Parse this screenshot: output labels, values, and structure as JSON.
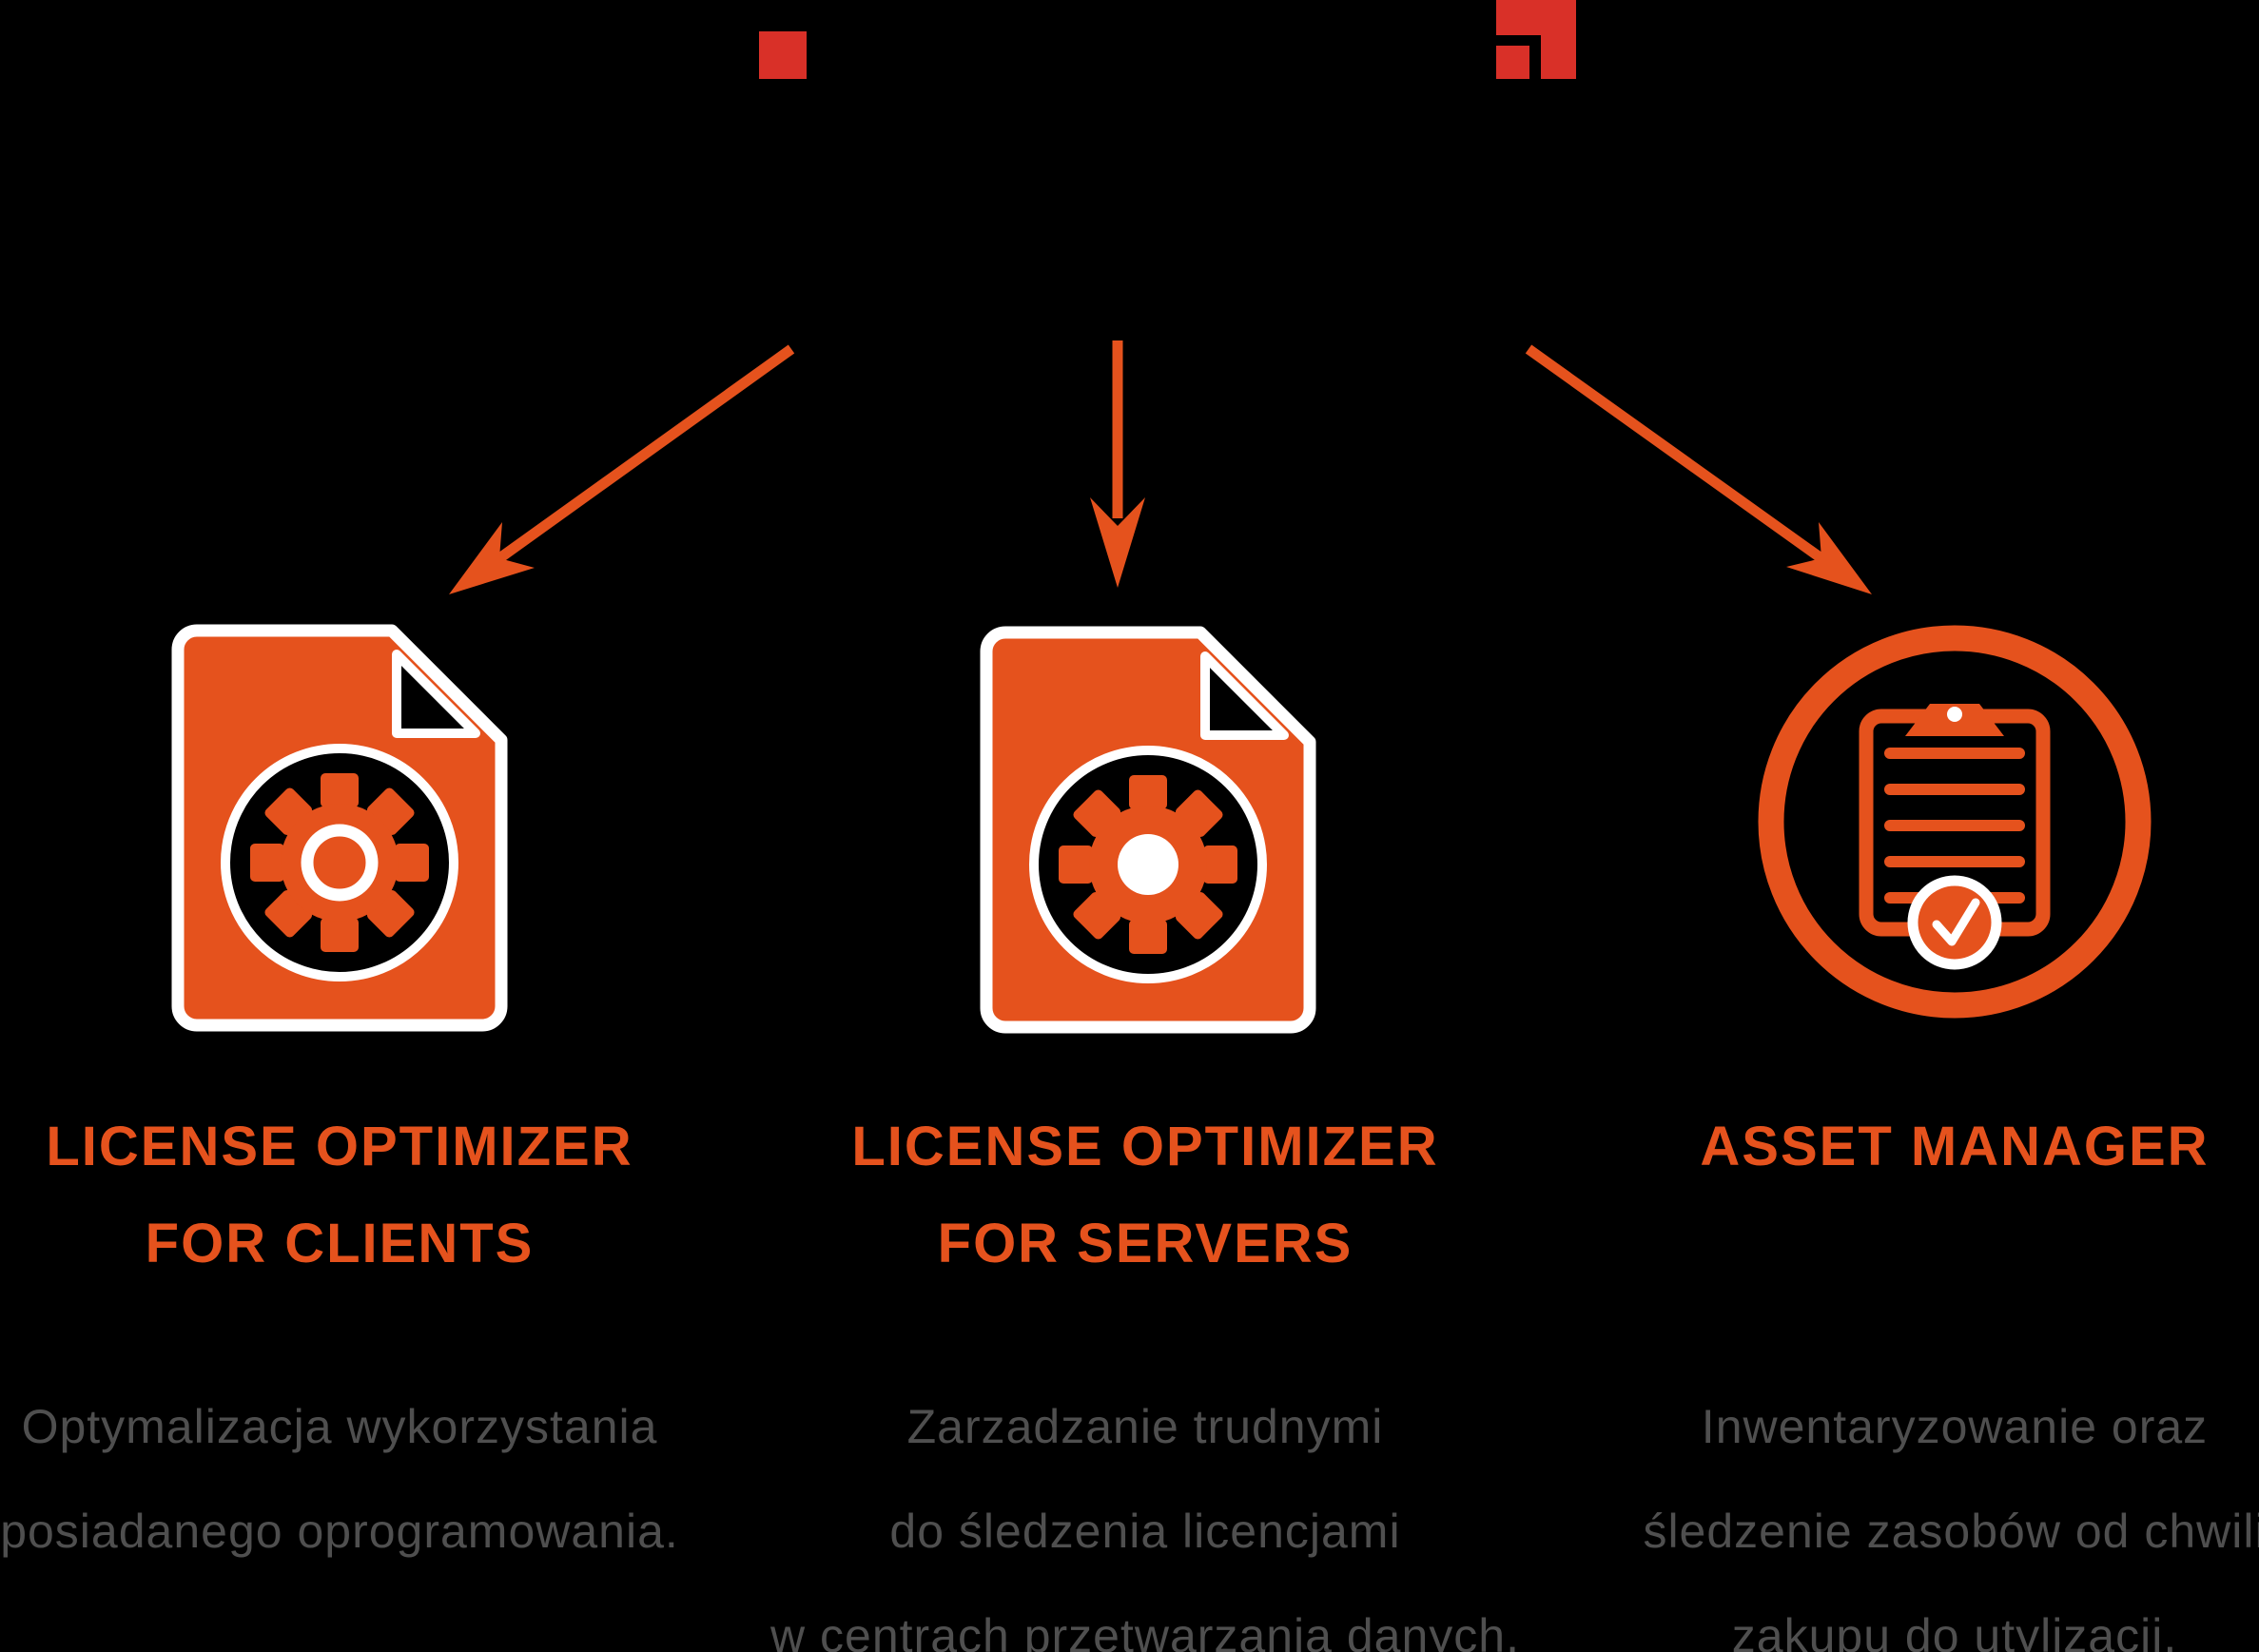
{
  "colors": {
    "background": "#000000",
    "accent_orange": "#E5521D",
    "logo_red": "#D93028",
    "body_text": "#4F4F4F"
  },
  "header": {
    "left_logo_mark": "red-square",
    "right_logo_mark": "red-square-with-inset-square"
  },
  "columns": [
    {
      "id": "license-optimizer-clients",
      "icon": "document-gear-icon",
      "title_lines": [
        "LICENSE OPTIMIZER",
        "FOR CLIENTS"
      ],
      "description_lines": [
        "Optymalizacja wykorzystania",
        "posiadanego oprogramowania."
      ]
    },
    {
      "id": "license-optimizer-servers",
      "icon": "document-gear-icon",
      "title_lines": [
        "LICENSE OPTIMIZER",
        "FOR SERVERS"
      ],
      "description_lines": [
        "Zarzadzanie trudnymi",
        "do śledzenia licencjami",
        "w centrach przetwarzania danych."
      ]
    },
    {
      "id": "asset-manager",
      "icon": "clipboard-check-icon",
      "title_lines": [
        "ASSET MANAGER"
      ],
      "description_lines": [
        "Inwentaryzowanie oraz",
        "śledzenie zasobów od chwili",
        "zakupu do utylizacji."
      ]
    }
  ]
}
